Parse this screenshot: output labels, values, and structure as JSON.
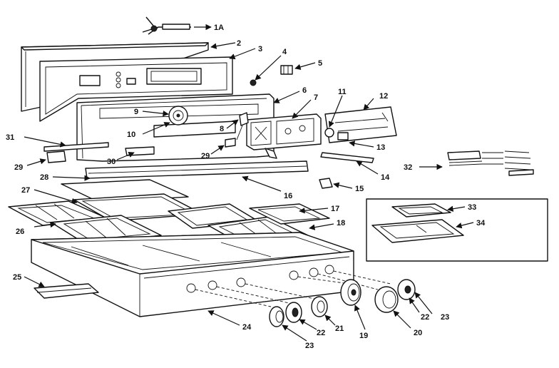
{
  "callouts": {
    "p1a": "1A",
    "p2": "2",
    "p3": "3",
    "p4": "4",
    "p5": "5",
    "p6": "6",
    "p7": "7",
    "p8": "8",
    "p9": "9",
    "p10": "10",
    "p11": "11",
    "p12": "12",
    "p13": "13",
    "p14": "14",
    "p15": "15",
    "p16": "16",
    "p17": "17",
    "p18": "18",
    "p19": "19",
    "p20": "20",
    "p21": "21",
    "p22a": "22",
    "p22b": "22",
    "p23a": "23",
    "p23b": "23",
    "p24": "24",
    "p25": "25",
    "p26": "26",
    "p27": "27",
    "p28": "28",
    "p29a": "29",
    "p29b": "29",
    "p30": "30",
    "p31": "31",
    "p32": "32",
    "p33": "33",
    "p34": "34"
  }
}
